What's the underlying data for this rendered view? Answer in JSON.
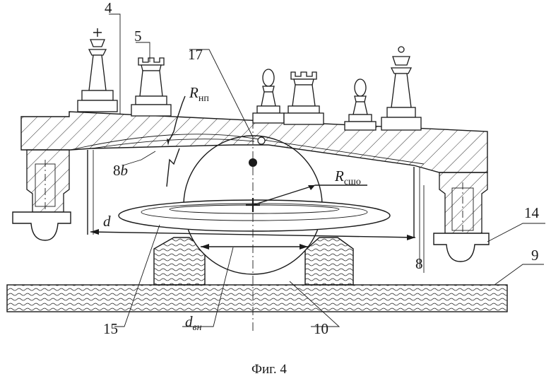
{
  "labels": {
    "n4": "4",
    "n5": "5",
    "n17": "17",
    "n14": "14",
    "n9": "9",
    "n8": "8",
    "n8b_num": "8",
    "n8b_letter": "b",
    "n15": "15",
    "n10": "10",
    "d": "d",
    "r_np_main": "R",
    "r_np_sub": "нп",
    "r_sho_main": "R",
    "r_sho_sub": "сшо",
    "d_vn_main": "d",
    "d_vn_sub": "вн"
  },
  "caption": "Фиг. 4",
  "colors": {
    "ink": "#1a1a1a",
    "paper": "#ffffff"
  }
}
